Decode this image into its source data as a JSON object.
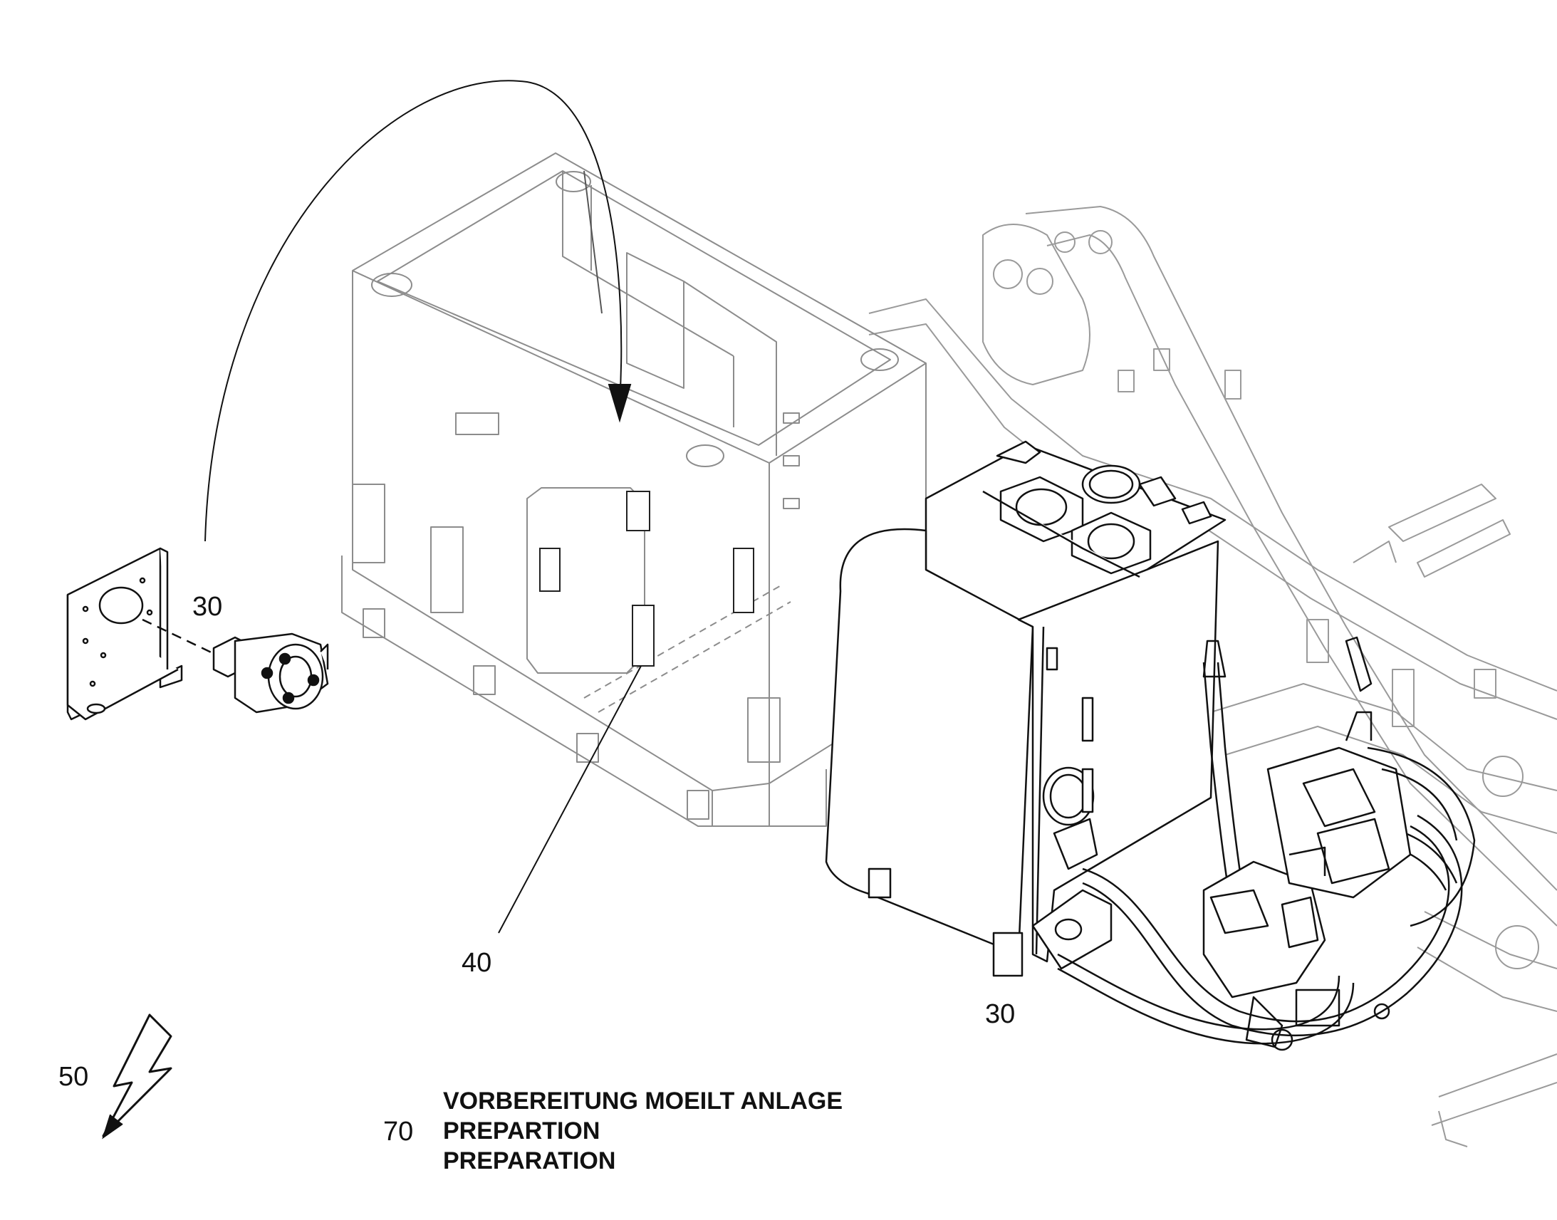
{
  "callouts": {
    "bracket_number": "30",
    "block_part_number": "40",
    "tank_number": "30",
    "electric_symbol_number": "50"
  },
  "caption": {
    "number": "70",
    "line_de": "VORBEREITUNG MOEILT ANLAGE",
    "line_en_typo": "PREPARTION",
    "line_en": "PREPARATION"
  },
  "icons": {
    "electric_symbol": "lightning-bolt-icon"
  },
  "colors": {
    "line_light": "#9a9a9a",
    "line_dark": "#111111",
    "background": "#ffffff"
  }
}
